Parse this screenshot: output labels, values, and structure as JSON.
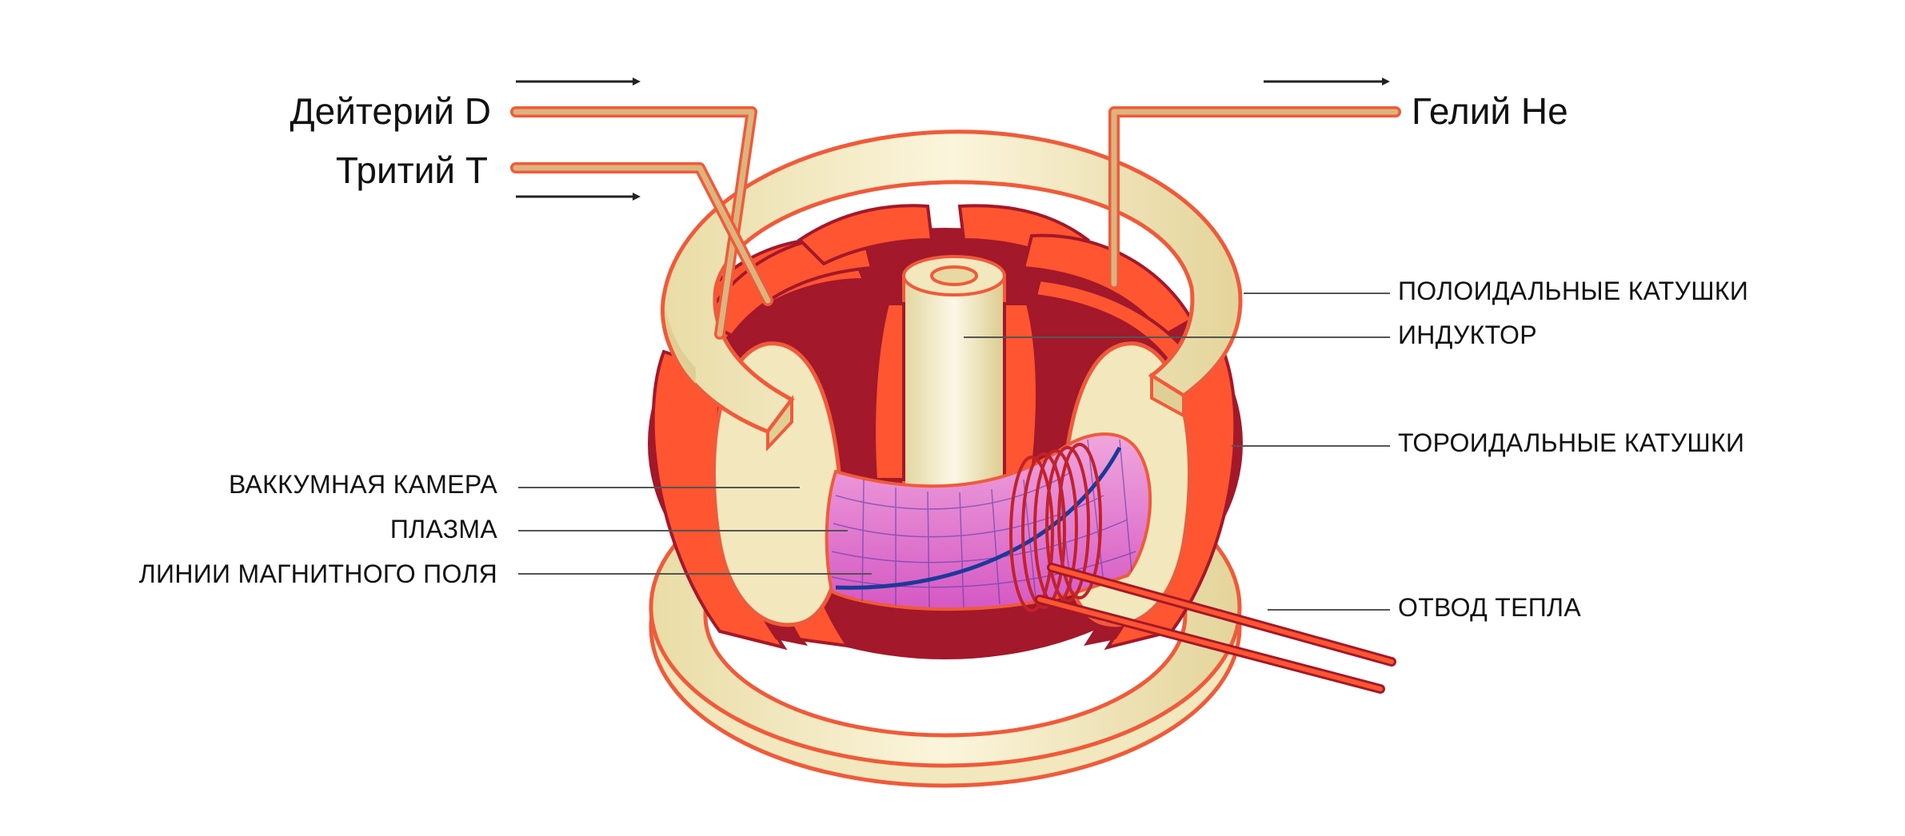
{
  "inputs": {
    "deuterium": "Дейтерий D",
    "tritium": "Тритий  T"
  },
  "outputs": {
    "helium": "Гелий Не"
  },
  "labels_right": {
    "poloidal_coils": "ПОЛОИДАЛЬНЫЕ КАТУШКИ",
    "inductor": "ИНДУКТОР",
    "toroidal_coils": "ТОРОИДАЛЬНЫЕ КАТУШКИ",
    "heat_removal": "ОТВОД ТЕПЛА"
  },
  "labels_left": {
    "vacuum_chamber": "ВАККУМНАЯ КАМЕРА",
    "plasma": "ПЛАЗМА",
    "field_lines": "ЛИНИИ МАГНИТНОГО ПОЛЯ"
  },
  "colors": {
    "coil_orange": "#ff5530",
    "coil_dark": "#a3182a",
    "ring_cream": "#f3e8bd",
    "ring_outline": "#f05a3a",
    "plasma_pink": "#e48ad0",
    "plasma_dark": "#d45ac0",
    "field_line_blue": "#1a3a9a",
    "leader_line": "#555555"
  }
}
